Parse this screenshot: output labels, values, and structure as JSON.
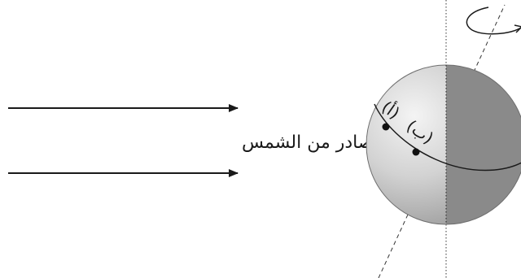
{
  "light_label": "الضوء الصادر من الشمس",
  "point_a_label": "(أ)",
  "point_b_label": "(ب)"
}
